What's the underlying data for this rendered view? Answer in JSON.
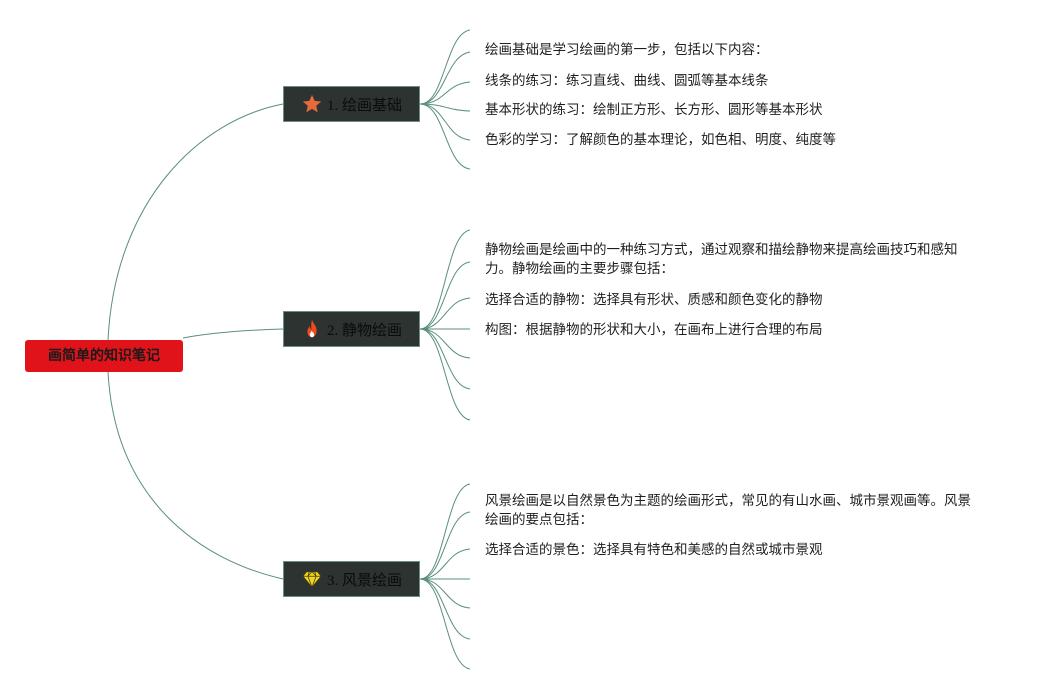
{
  "root": {
    "label": "画简单的知识笔记"
  },
  "branches": [
    {
      "label": "1. 绘画基础",
      "icon": "star-icon",
      "icon_color": "#e8693a",
      "leaves": [
        "绘画基础是学习绘画的第一步，包括以下内容：",
        "线条的练习：练习直线、曲线、圆弧等基本线条",
        "基本形状的练习：绘制正方形、长方形、圆形等基本形状",
        "色彩的学习：了解颜色的基本理论，如色相、明度、纯度等"
      ]
    },
    {
      "label": "2. 静物绘画",
      "icon": "fire-icon",
      "icon_color": "#f24a1e",
      "leaves": [
        "静物绘画是绘画中的一种练习方式，通过观察和描绘静物来提高绘画技巧和感知力。静物绘画的主要步骤包括：",
        "选择合适的静物：选择具有形状、质感和颜色变化的静物",
        "构图：根据静物的形状和大小，在画布上进行合理的布局"
      ]
    },
    {
      "label": "3. 风景绘画",
      "icon": "diamond-icon",
      "icon_color": "#f2d21e",
      "leaves": [
        "风景绘画是以自然景色为主题的绘画形式，常见的有山水画、城市景观画等。风景绘画的要点包括：",
        "选择合适的景色：选择具有特色和美感的自然或城市景观"
      ]
    }
  ],
  "colors": {
    "connector": "#5a8f7b",
    "root_fill": "#e0131b",
    "branch_fill": "#2d3331"
  }
}
